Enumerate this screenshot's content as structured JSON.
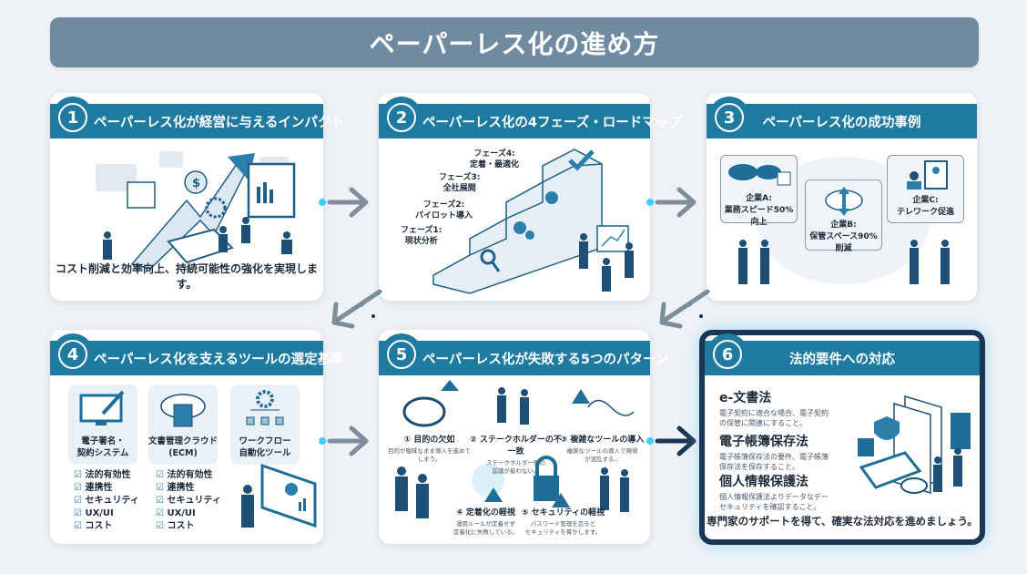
{
  "title": "ペーパーレス化の進め方",
  "colors": {
    "header": "#6f8aa1",
    "accent": "#1f7aa0",
    "dark": "#1c3553",
    "glow": "#3ed0f0"
  },
  "cards": [
    {
      "number": "1",
      "title": "ペーパーレス化が経営に与えるインパクト",
      "caption": "コスト削減と効率向上、持続可能性の強化を実現します。"
    },
    {
      "number": "2",
      "title": "ペーパーレス化の4フェーズ・ロードマップ",
      "phases": [
        {
          "label": "フェーズ1:",
          "name": "現状分析"
        },
        {
          "label": "フェーズ2:",
          "name": "パイロット導入"
        },
        {
          "label": "フェーズ3:",
          "name": "全社展開"
        },
        {
          "label": "フェーズ4:",
          "name": "定着・最適化"
        }
      ]
    },
    {
      "number": "3",
      "title": "ペーパーレス化の成功事例",
      "cases": [
        {
          "company": "企業A:",
          "result": "業務スピード50%向上"
        },
        {
          "company": "企業B:",
          "result": "保管スペース90%削減"
        },
        {
          "company": "企業C:",
          "result": "テレワーク促進"
        }
      ]
    },
    {
      "number": "4",
      "title": "ペーパーレス化を支えるツールの選定基準",
      "tools": [
        {
          "name": "電子署名・契約システム",
          "line1": "電子署名・",
          "line2": "契約システム"
        },
        {
          "name": "文書管理クラウド(ECM)",
          "line1": "文書管理クラウド",
          "line2": "(ECM)"
        },
        {
          "name": "ワークフロー自動化ツール",
          "line1": "ワークフロー",
          "line2": "自動化ツール"
        }
      ],
      "criteria": [
        "法的有効性",
        "連携性",
        "セキュリティ",
        "UX/UI",
        "コスト"
      ]
    },
    {
      "number": "5",
      "title": "ペーパーレス化が失敗する5つのパターン",
      "patterns": [
        {
          "title": "① 目的の欠如",
          "desc1": "目的が曖昧なまま導入を進めてしまう。",
          "desc2": ""
        },
        {
          "title": "② ステークホルダーの不一致",
          "desc1": "ステークホルダー間の",
          "desc2": "認識が揃わない。"
        },
        {
          "title": "③ 複雑なツールの導入",
          "desc1": "複雑なツールの導入で現場",
          "desc2": "が混乱する…"
        },
        {
          "title": "④ 定着化の軽視",
          "desc1": "運用ルールが定着せず",
          "desc2": "定着化に失敗している。"
        },
        {
          "title": "⑤ セキュリティの軽視",
          "desc1": "パスワード管理を怠ると",
          "desc2": "セキュリティを脅かします。"
        }
      ]
    },
    {
      "number": "6",
      "title": "法的要件への対応",
      "laws": [
        {
          "name": "e-文書法",
          "desc1": "電子契約に適合な場合、電子契約",
          "desc2": "の保管に関連にすること。"
        },
        {
          "name": "電子帳簿保存法",
          "desc1": "電子帳簿保存法の要件、電子帳簿",
          "desc2": "保存法を保存すること。"
        },
        {
          "name": "個人情報保護法",
          "desc1": "個人情報保護法よりデータなデー",
          "desc2": "セキュリティを確認すること。"
        }
      ],
      "footer": "専門家のサポートを得て、確実な法対応を進めましょう。"
    }
  ]
}
